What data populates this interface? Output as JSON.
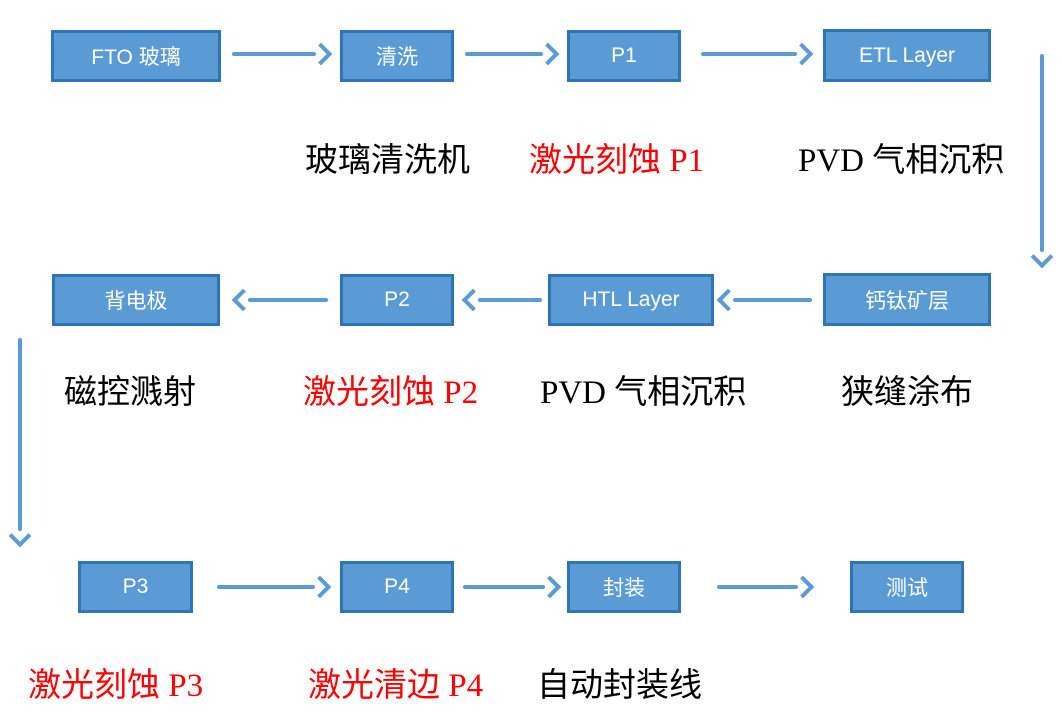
{
  "colors": {
    "node_fill": "#5b9bd5",
    "node_border": "#2e75b6",
    "node_text": "#ffffff",
    "arrow": "#5b9bd5",
    "caption_black": "#000000",
    "caption_red": "#ff0000",
    "background": "#ffffff"
  },
  "flowchart": {
    "rows": [
      {
        "direction": "right",
        "nodes": [
          "FTO 玻璃",
          "清洗",
          "P1",
          "ETL Layer"
        ],
        "captions": [
          {
            "text": "玻璃清洗机",
            "color": "black"
          },
          {
            "text": "激光刻蚀 P1",
            "color": "red"
          },
          {
            "text": "PVD 气相沉积",
            "color": "black"
          }
        ]
      },
      {
        "direction": "left",
        "nodes": [
          "背电极",
          "P2",
          "HTL Layer",
          "钙钛矿层"
        ],
        "captions": [
          {
            "text": "磁控溅射",
            "color": "black"
          },
          {
            "text": "激光刻蚀 P2",
            "color": "red"
          },
          {
            "text": "PVD 气相沉积",
            "color": "black"
          },
          {
            "text": "狭缝涂布",
            "color": "black"
          }
        ]
      },
      {
        "direction": "right",
        "nodes": [
          "P3",
          "P4",
          "封装",
          "测试"
        ],
        "captions": [
          {
            "text": "激光刻蚀 P3",
            "color": "red"
          },
          {
            "text": "激光清边 P4",
            "color": "red"
          },
          {
            "text": "自动封装线",
            "color": "black"
          }
        ]
      }
    ],
    "connectors": [
      {
        "from": "ETL Layer",
        "to": "钙钛矿层",
        "type": "down-right-side"
      },
      {
        "from": "背电极",
        "to": "P3",
        "type": "down-left-side"
      }
    ]
  }
}
